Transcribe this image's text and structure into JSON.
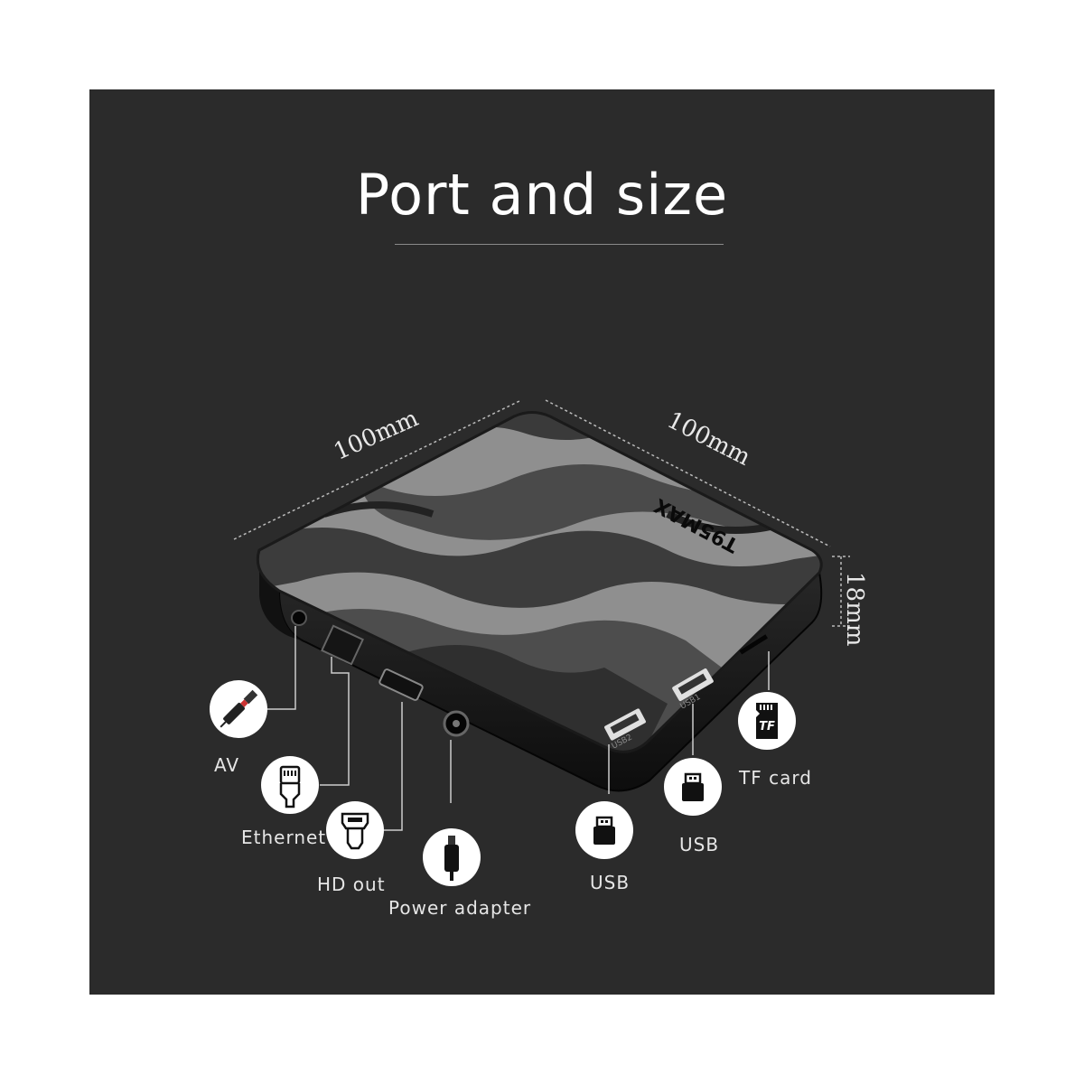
{
  "title": "Port and size",
  "dimensions": {
    "width": "100mm",
    "depth": "100mm",
    "height": "18mm"
  },
  "brand": "T95MAX",
  "port_markings": {
    "usb2": "USB2",
    "usb1": "USB1"
  },
  "ports": [
    {
      "label": "AV",
      "icon": "av-jack-icon"
    },
    {
      "label": "Ethernet",
      "icon": "ethernet-plug-icon"
    },
    {
      "label": "HD out",
      "icon": "hdmi-plug-icon"
    },
    {
      "label": "Power adapter",
      "icon": "dc-plug-icon"
    },
    {
      "label": "USB",
      "icon": "usb-plug-icon"
    },
    {
      "label": "USB",
      "icon": "usb-plug-icon"
    },
    {
      "label": "TF card",
      "icon": "tf-card-icon"
    }
  ],
  "tf_icon_text": "TF",
  "colors": {
    "panel": "#2b2b2b",
    "text": "#ffffff",
    "accent_gray": "#8a8a8a"
  }
}
